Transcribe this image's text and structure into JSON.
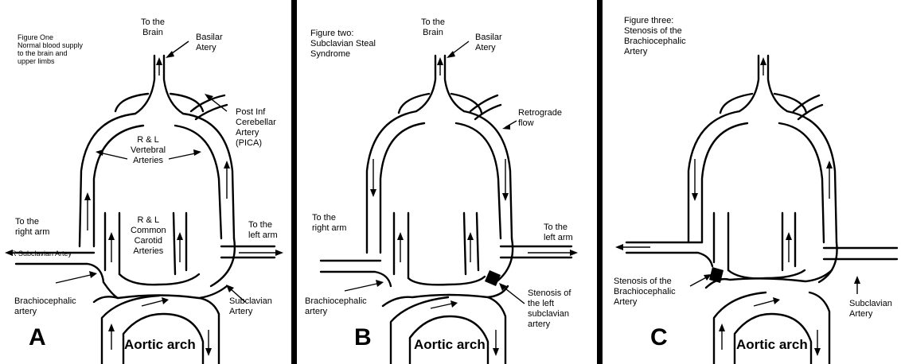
{
  "panels": [
    {
      "letter": "A",
      "caption": "Figure One\nNormal blood supply\nto the brain and\nupper limbs",
      "to_brain": "To the\nBrain",
      "basilar": "Basilar\nAtery",
      "pica": "Post Inf\nCerebellar\nArtery\n(PICA)",
      "vertebral": "R & L\nVertebral\nArteries",
      "carotid": "R & L\nCommon\nCarotid\nArteries",
      "right_arm": "To the\nright arm",
      "left_arm": "To the\nleft arm",
      "r_subclavian": "R Subclavian Artey",
      "brachiocephalic": "Brachiocephalic\nartery",
      "subclavian": "Subclavian\nArtery",
      "aortic_arch": "Aortic arch"
    },
    {
      "letter": "B",
      "caption": "Figure two:\nSubclavian Steal\nSyndrome",
      "to_brain": "To the\nBrain",
      "basilar": "Basilar\nAtery",
      "retrograde": "Retrograde\nflow",
      "right_arm": "To the\nright arm",
      "left_arm": "To the\nleft arm",
      "brachiocephalic": "Brachiocephalic\nartery",
      "stenosis": "Stenosis of\nthe left\nsubclavian\nartery",
      "aortic_arch": "Aortic arch"
    },
    {
      "letter": "C",
      "caption": "Figure three:\nStenosis of the\nBrachiocephalic\nArtery",
      "stenosis": "Stenosis of the\nBrachiocephalic\nArtery",
      "subclavian": "Subclavian\nArtery",
      "aortic_arch": "Aortic arch"
    }
  ]
}
